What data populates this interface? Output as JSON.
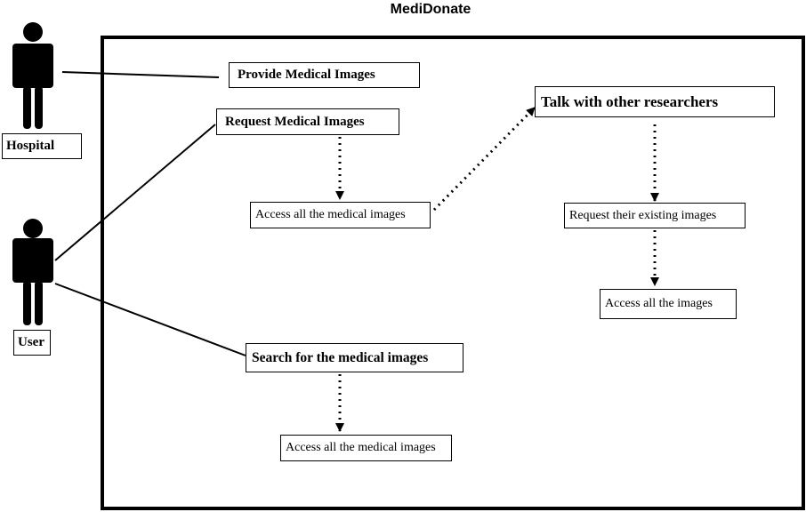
{
  "diagram": {
    "title": "MediDonate",
    "actors": {
      "hospital": {
        "label": "Hospital"
      },
      "user": {
        "label": "User"
      }
    },
    "use_cases": {
      "provide": "Provide Medical Images",
      "request": "Request Medical Images",
      "talk": "Talk with other researchers",
      "search": "Search for the medical images"
    },
    "sub_steps": {
      "access_after_request": "Access all the medical images",
      "request_existing": "Request their existing images",
      "access_all": "Access all the images",
      "access_after_search": "Access all the medical images"
    }
  }
}
